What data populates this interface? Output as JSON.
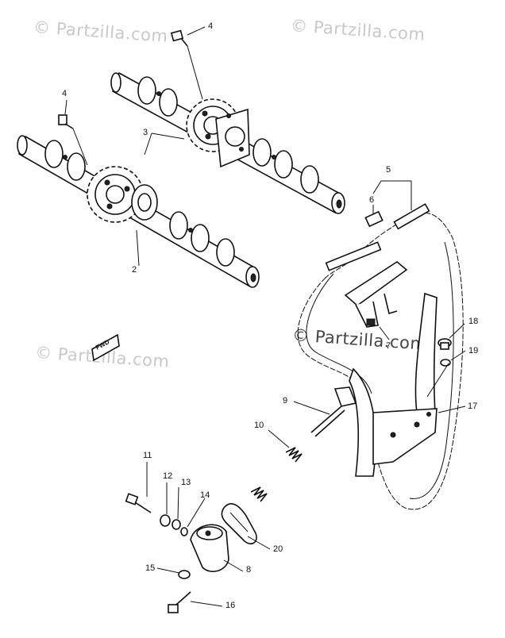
{
  "watermarks": [
    {
      "text": "© Partzilla.com"
    },
    {
      "text": "© Partzilla.com"
    },
    {
      "text": "© Partzilla.com"
    },
    {
      "text": "© Partzilla.com"
    }
  ],
  "fwd_label": "FWD",
  "callouts": [
    "4",
    "4",
    "3",
    "2",
    "5",
    "6",
    "7",
    "18",
    "19",
    "17",
    "9",
    "10",
    "11",
    "12",
    "13",
    "14",
    "20",
    "8",
    "15",
    "16"
  ]
}
